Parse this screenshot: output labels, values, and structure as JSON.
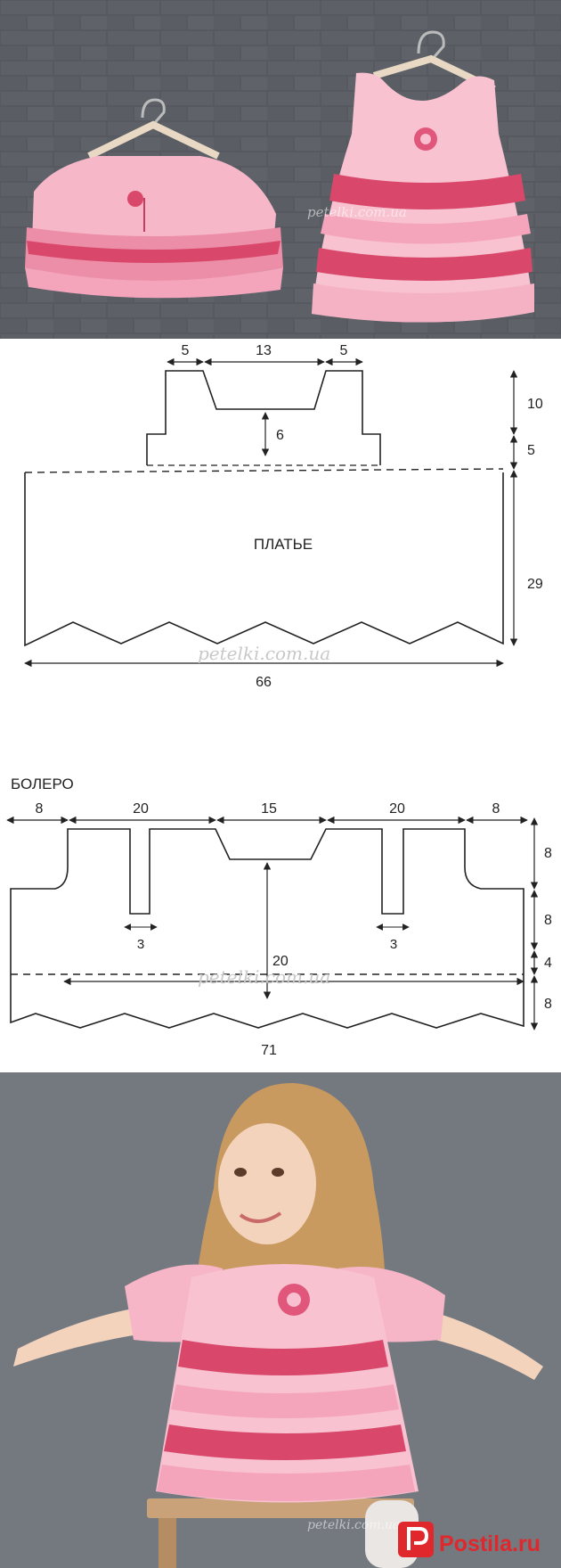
{
  "watermark": "petelki.com.ua",
  "dress": {
    "title": "ПЛАТЬЕ",
    "dims": {
      "shoulder_left": "5",
      "neck_width": "13",
      "shoulder_right": "5",
      "neck_depth": "6",
      "yoke_height": "10",
      "armhole": "5",
      "skirt_height": "29",
      "width": "66"
    }
  },
  "bolero": {
    "title": "БОЛЕРО",
    "dims": {
      "left_edge": "8",
      "left_front": "20",
      "back_neck": "15",
      "right_front": "20",
      "right_edge": "8",
      "left_slit": "3",
      "right_slit": "3",
      "center_height": "20",
      "sleeve_height": "8",
      "slit_height": "8",
      "band": "4",
      "hem": "8",
      "width": "71"
    }
  },
  "logo": {
    "text": "Postila.ru",
    "icon": "postila-p-logo-icon",
    "color": "#e0272c"
  }
}
